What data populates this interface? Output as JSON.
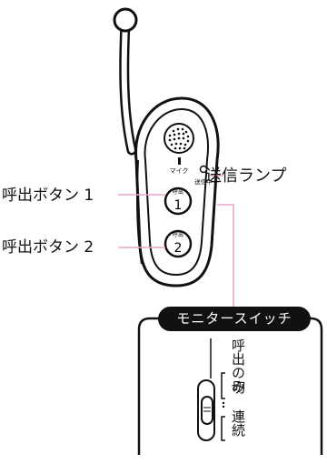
{
  "device": {
    "mic_label": "マイク",
    "send_indicator_label": "送信中",
    "button_1": {
      "caption": "呼出",
      "number": "1"
    },
    "button_2": {
      "caption": "呼出",
      "number": "2"
    }
  },
  "callouts": {
    "send_lamp": "送信ランプ",
    "call_button_1": "呼出ボタン 1",
    "call_button_2": "呼出ボタン 2"
  },
  "monitor_panel": {
    "title": "モニタースイッチ",
    "positions": {
      "call_out": "呼出のみ",
      "off": "切",
      "continuous": "連続"
    }
  },
  "colors": {
    "leader_line": "#e8a6c8",
    "outline": "#111111"
  }
}
